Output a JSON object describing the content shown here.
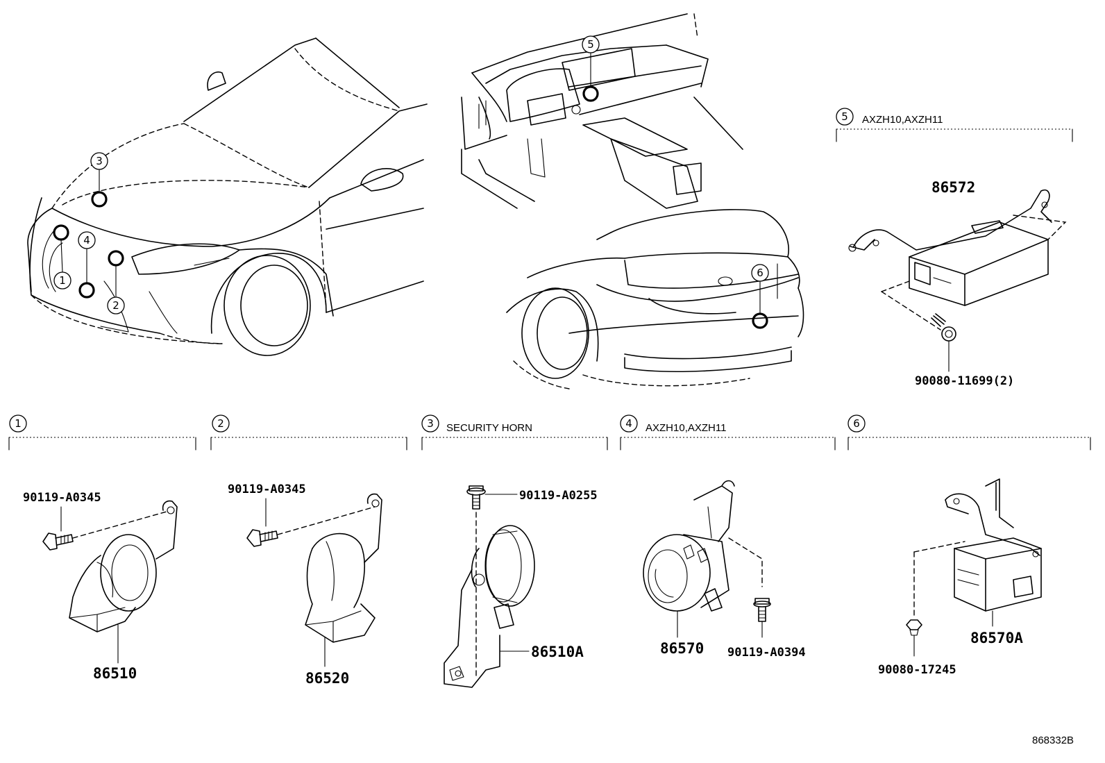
{
  "diagram": {
    "markers": [
      "1",
      "2",
      "3",
      "4",
      "5",
      "6"
    ],
    "sections": [
      {
        "id": "1",
        "note": ""
      },
      {
        "id": "2",
        "note": ""
      },
      {
        "id": "3",
        "note": "SECURITY HORN"
      },
      {
        "id": "4",
        "note": "AXZH10,AXZH11"
      },
      {
        "id": "5",
        "note": "AXZH10,AXZH11"
      },
      {
        "id": "6",
        "note": ""
      }
    ],
    "parts": {
      "s1_bolt": "90119-A0345",
      "s1_horn": "86510",
      "s2_bolt": "90119-A0345",
      "s2_horn": "86520",
      "s3_bolt": "90119-A0255",
      "s3_horn": "86510A",
      "s4_unit": "86570",
      "s4_bolt": "90119-A0394",
      "s5_unit": "86572",
      "s5_bolt": "90080-11699(2)",
      "s6_unit": "86570A",
      "s6_clip": "90080-17245"
    },
    "diagram_code": "868332B"
  }
}
